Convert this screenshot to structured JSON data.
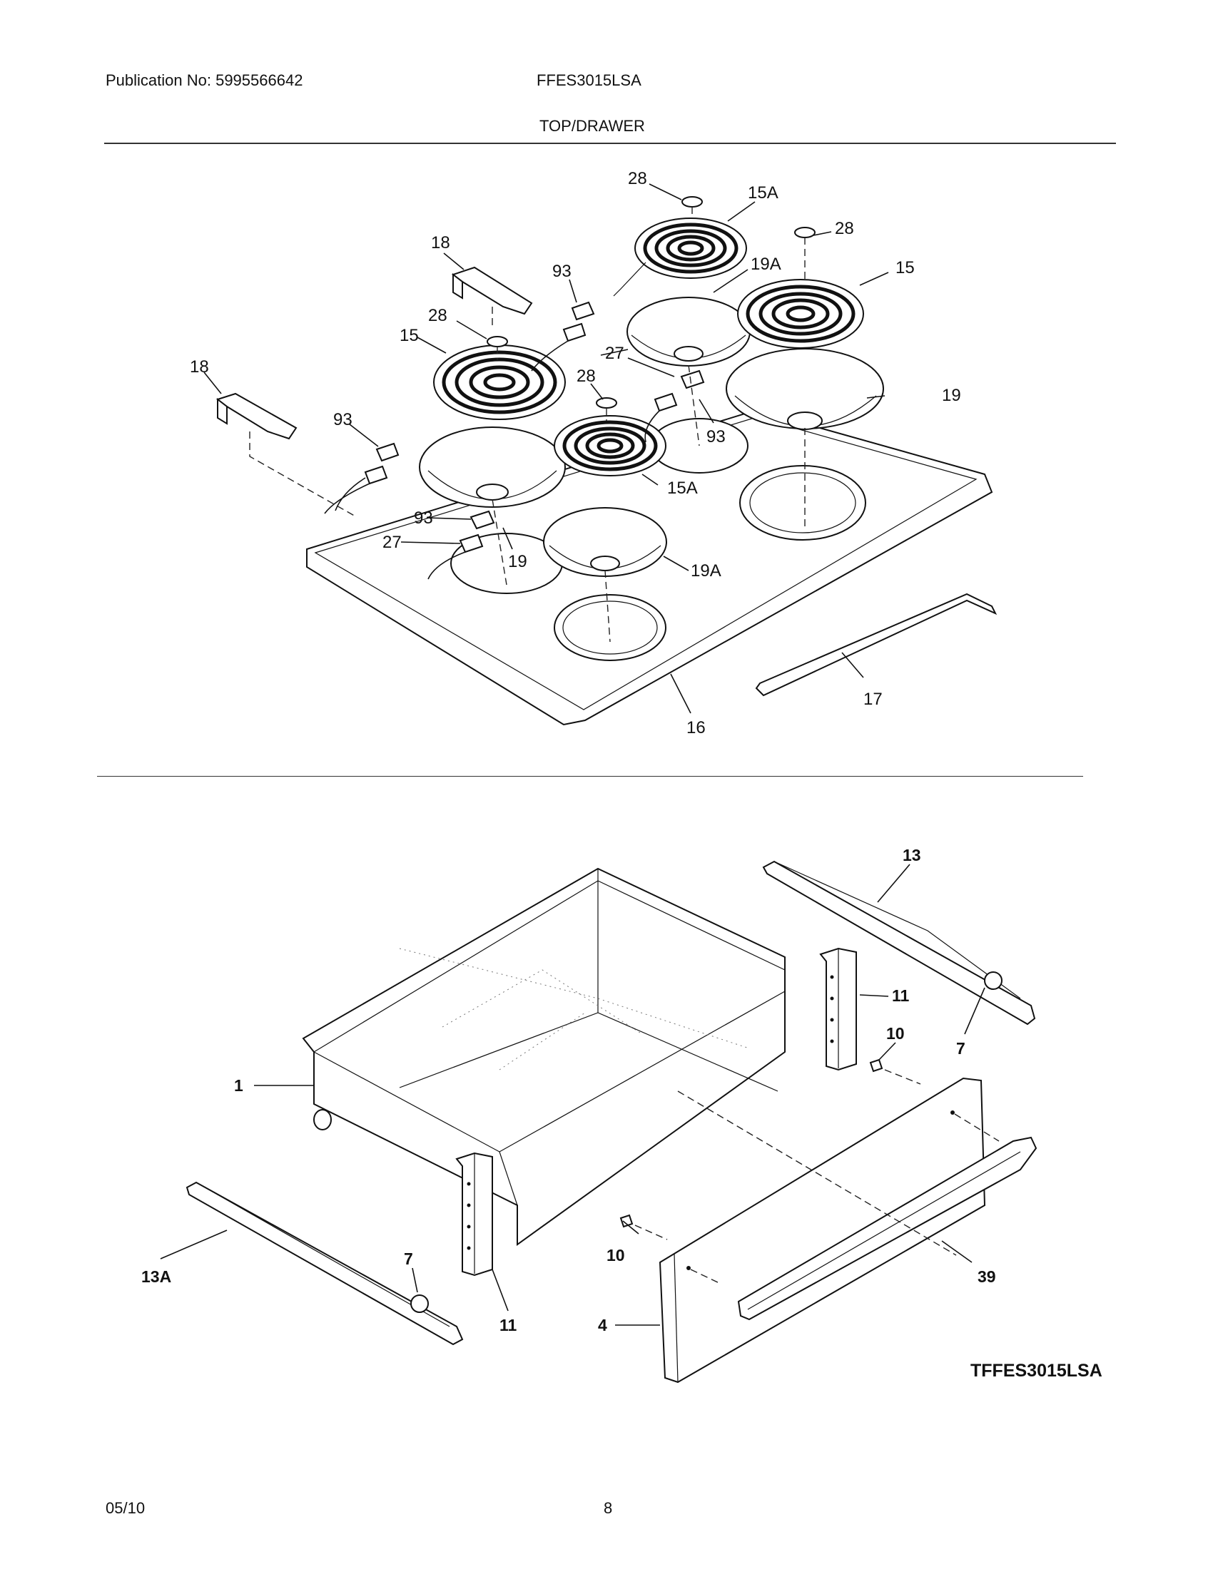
{
  "header": {
    "publication": "Publication No: 5995566642",
    "model": "FFES3015LSA",
    "section_title": "TOP/DRAWER"
  },
  "footer": {
    "date": "05/10",
    "page_number": "8"
  },
  "diagram_code": "TFFES3015LSA",
  "top_labels": {
    "l28a": "28",
    "l15A_a": "15A",
    "l28b": "28",
    "l18a": "18",
    "l93a": "93",
    "l19A_a": "19A",
    "l15a": "15",
    "l28c": "28",
    "l15b": "15",
    "l27a": "27",
    "l18b": "18",
    "l28d": "28",
    "l19a": "19",
    "l93b": "93",
    "l93c": "93",
    "l15A_b": "15A",
    "l93d": "93",
    "l27b": "27",
    "l19b": "19",
    "l19A_b": "19A",
    "l17": "17",
    "l16": "16"
  },
  "drawer_labels": {
    "l13": "13",
    "l11a": "11",
    "l10a": "10",
    "l7a": "7",
    "l1": "1",
    "l13A": "13A",
    "l7b": "7",
    "l11b": "11",
    "l10b": "10",
    "l39": "39",
    "l4": "4"
  }
}
